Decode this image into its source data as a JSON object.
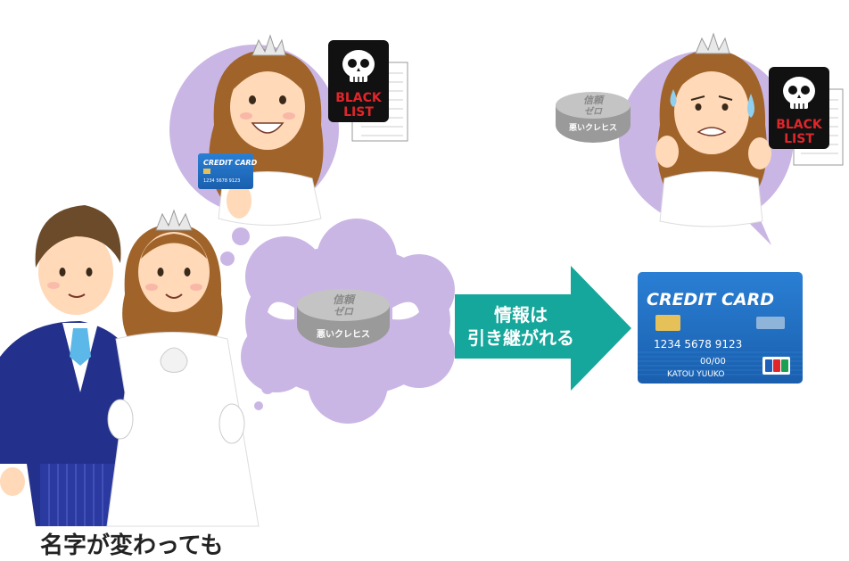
{
  "caption_left": "名字が変わっても",
  "arrow_text": {
    "line1": "情報は",
    "line2": "引き継がれる"
  },
  "blacklist_card": {
    "line1": "BLACK",
    "line2": "LIST"
  },
  "small_card": {
    "brand": "CREDIT CARD",
    "number": "1234 5678 9123"
  },
  "big_card": {
    "brand": "CREDIT CARD",
    "number": "1234  5678  9123",
    "expiry": "00/00",
    "holder": "KATOU YUUKO"
  },
  "coin": {
    "top": "信頼",
    "mid": "ゼロ",
    "bottom": "悪いクレヒス"
  },
  "colors": {
    "bubble": "#c9b6e4",
    "arrow": "#15a79b",
    "card": "#1f6ec2",
    "blacklist_bg": "#111111",
    "blacklist_text": "#e0262b"
  }
}
